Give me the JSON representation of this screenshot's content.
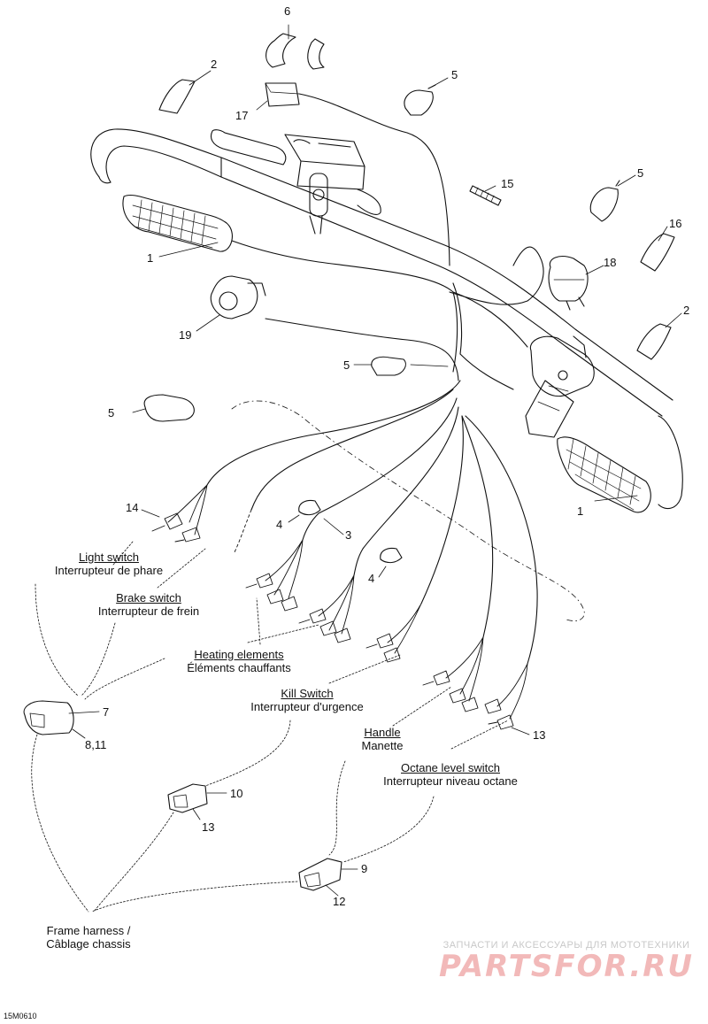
{
  "labels": {
    "light_switch": {
      "en": "Light switch",
      "fr": "Interrupteur de phare"
    },
    "brake_switch": {
      "en": "Brake switch",
      "fr": "Interrupteur de frein"
    },
    "heating_elements": {
      "en": "Heating elements",
      "fr": "Éléments chauffants"
    },
    "kill_switch": {
      "en": "Kill Switch",
      "fr": "Interrupteur d'urgence"
    },
    "handle": {
      "en": "Handle",
      "fr": "Manette"
    },
    "octane_switch": {
      "en": "Octane level switch",
      "fr": "Interrupteur niveau octane"
    },
    "frame_harness": {
      "en": "Frame harness /",
      "fr": "Câblage chassis"
    }
  },
  "callouts": {
    "c6": "6",
    "c2a": "2",
    "c5a": "5",
    "c17": "17",
    "c15": "15",
    "c5b": "5",
    "c16": "16",
    "c1a": "1",
    "c18": "18",
    "c2b": "2",
    "c19": "19",
    "c5c": "5",
    "c5d": "5",
    "c14": "14",
    "c4a": "4",
    "c3": "3",
    "c4b": "4",
    "c1b": "1",
    "c7": "7",
    "c811": "8,11",
    "c13a": "13",
    "c10": "10",
    "c13b": "13",
    "c9": "9",
    "c12": "12"
  },
  "diagram_code": "15M0610",
  "watermark": {
    "tagline": "ЗАПЧАСТИ И АКСЕССУАРЫ ДЛЯ МОТОТЕХНИКИ",
    "brand": "PARTSFOR.RU"
  }
}
